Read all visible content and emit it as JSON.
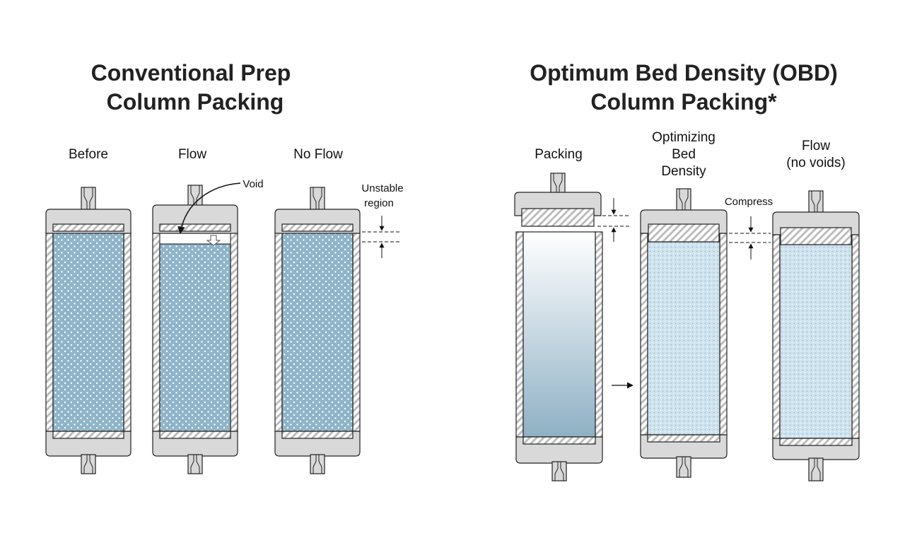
{
  "left": {
    "title_line1": "Conventional Prep",
    "title_line2": "Column Packing",
    "columns": [
      "Before",
      "Flow",
      "No Flow"
    ],
    "void_label": "Void",
    "unstable_line1": "Unstable",
    "unstable_line2": "region"
  },
  "right": {
    "title_line1": "Optimum Bed Density (OBD)",
    "title_line2": "Column Packing*",
    "col1": "Packing",
    "col2_line1": "Optimizing",
    "col2_line2": "Bed",
    "col2_line3": "Density",
    "col3_line1": "Flow",
    "col3_line2": "(no voids)",
    "compress_label": "Compress"
  },
  "colors": {
    "packing": "#8fb4c9",
    "cap": "#d9d9d9",
    "outline": "#222222",
    "fine_packing": "#c5dde9"
  }
}
